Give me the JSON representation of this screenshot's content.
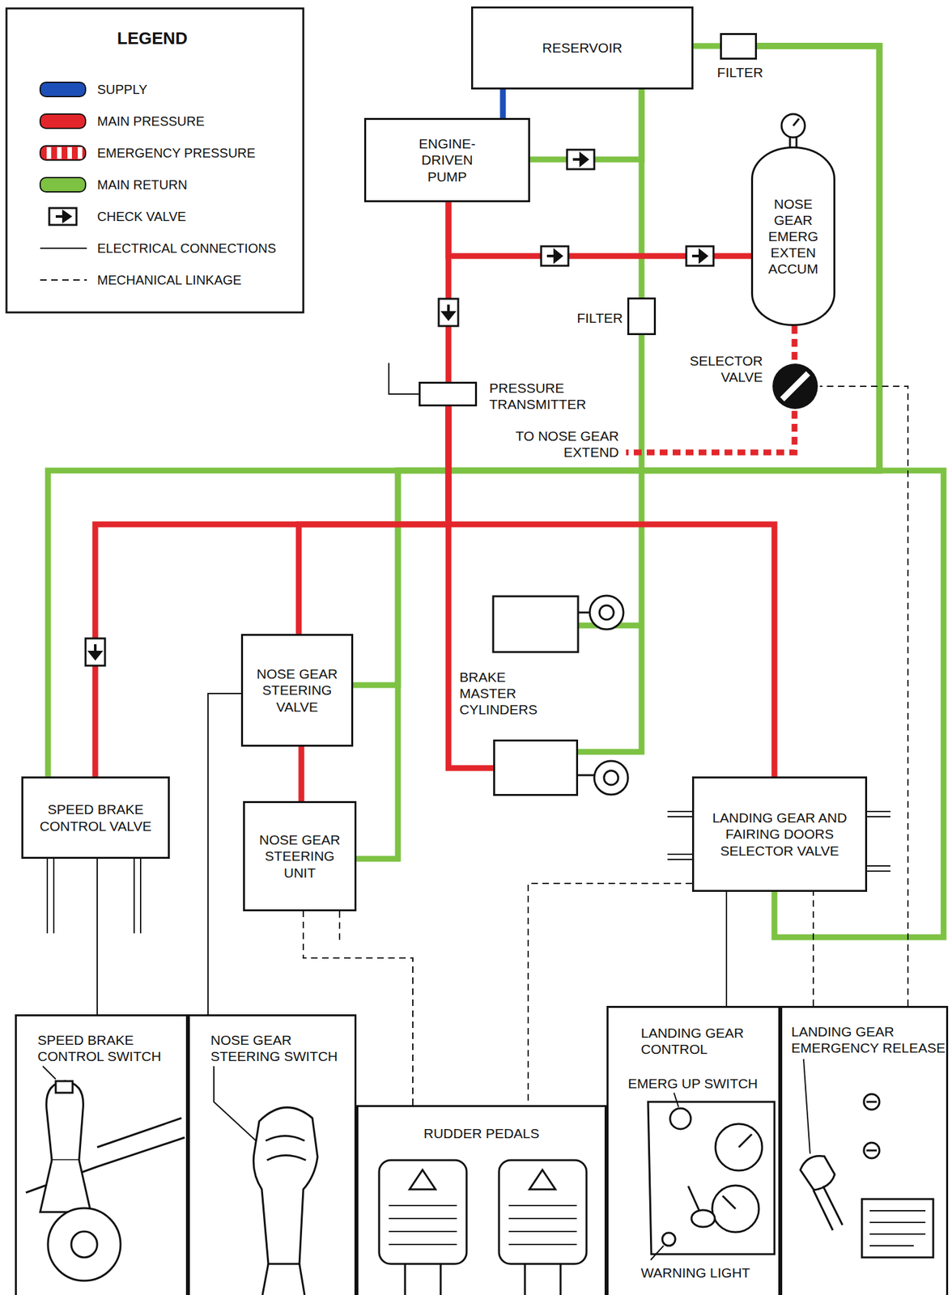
{
  "diagram": {
    "nodes": [
      {
        "text": [
          "RESERVOIR"
        ]
      },
      {
        "text": [
          "FILTER"
        ]
      },
      {
        "text": [
          "ENGINE- DRIVEN PUMP"
        ]
      },
      {
        "text": [
          "NOSE GEAR EMERG EXTEN ACCUM"
        ]
      },
      {
        "text": [
          "FILTER"
        ]
      },
      {
        "text": [
          "PRESSURE TRANSMITTER"
        ]
      },
      {
        "text": [
          "SELECTOR VALVE"
        ]
      },
      {
        "text": [
          "BRAKE MASTER CYLINDERS"
        ]
      },
      {
        "text": [
          "NOSE GEAR STEERING VALVE"
        ]
      },
      {
        "text": [
          "NOSE GEAR STEERING UNIT"
        ]
      },
      {
        "text": [
          "SPEED BRAKE CONTROL VALVE"
        ]
      },
      {
        "text": [
          "LANDING GEAR AND FAIRING DOORS SELECTOR VALVE"
        ]
      },
      {
        "text": [
          "SPEED BRAKE CONTROL SWITCH"
        ]
      },
      {
        "text": [
          "NOSE GEAR STEERING SWITCH"
        ]
      },
      {
        "text": [
          "RUDDER PEDALS"
        ]
      },
      {
        "text": [
          "LANDING GEAR CONTROL",
          "EMERG UP SWITCH",
          "WARNING LIGHT"
        ]
      },
      {
        "text": [
          "LANDING GEAR EMERGENCY RELEASE"
        ]
      }
    ],
    "edges": [
      {
        "from": 0,
        "to": 2,
        "arrow": "none"
      },
      {
        "from": 2,
        "to": 0,
        "arrow": "none"
      },
      {
        "from": 1,
        "to": 0,
        "arrow": "none"
      },
      {
        "from": 2,
        "to": 3,
        "arrow": "none"
      },
      {
        "from": 2,
        "to": 5,
        "arrow": "none"
      },
      {
        "from": 5,
        "to": 7,
        "arrow": "none"
      },
      {
        "from": 5,
        "to": 10,
        "arrow": "none"
      },
      {
        "from": 5,
        "to": 8,
        "arrow": "none"
      },
      {
        "from": 5,
        "to": 11,
        "arrow": "none"
      },
      {
        "from": 8,
        "to": 9,
        "arrow": "none"
      },
      {
        "from": 3,
        "to": 6,
        "arrow": "none"
      },
      {
        "from": 10,
        "to": 1,
        "arrow": "none"
      },
      {
        "from": 8,
        "to": 1,
        "arrow": "none"
      },
      {
        "from": 9,
        "to": 1,
        "arrow": "none"
      },
      {
        "from": 11,
        "to": 1,
        "arrow": "none"
      },
      {
        "from": 7,
        "to": 4,
        "arrow": "none"
      },
      {
        "from": 4,
        "to": 0,
        "arrow": "none"
      },
      {
        "from": 12,
        "to": 10,
        "arrow": "none"
      },
      {
        "from": 13,
        "to": 8,
        "arrow": "none"
      },
      {
        "from": 14,
        "to": 9,
        "arrow": "none"
      },
      {
        "from": 15,
        "to": 11,
        "arrow": "none"
      },
      {
        "from": 16,
        "to": 11,
        "arrow": "none"
      },
      {
        "from": 16,
        "to": 6,
        "arrow": "none"
      },
      {
        "from": 11,
        "to": 14,
        "arrow": "none"
      }
    ],
    "labels": [
      "LEGEND",
      "TO NOSE GEAR EXTEND"
    ],
    "legend": [
      {
        "text": "SUPPLY",
        "color": "#1d4fb8"
      },
      {
        "text": "MAIN PRESSURE",
        "color": "#e2262b"
      },
      {
        "text": "EMERGENCY PRESSURE"
      },
      {
        "text": "MAIN RETURN",
        "color": "#7dc243"
      },
      {
        "text": "CHECK VALVE"
      },
      {
        "text": "ELECTRICAL CONNECTIONS"
      },
      {
        "text": "MECHANICAL LINKAGE"
      }
    ]
  }
}
